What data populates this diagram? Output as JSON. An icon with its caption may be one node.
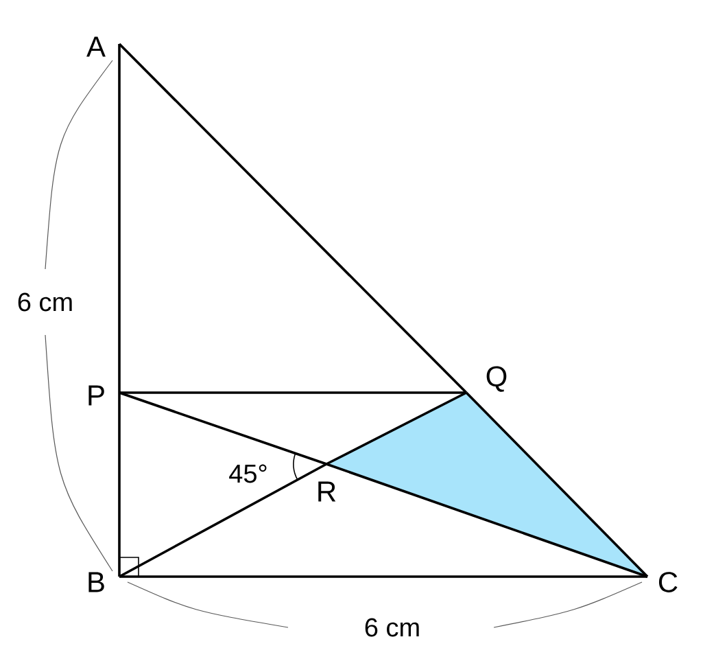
{
  "diagram": {
    "nodes": [
      {
        "text": [
          "A"
        ]
      },
      {
        "text": [
          "P"
        ]
      },
      {
        "text": [
          "Q"
        ]
      },
      {
        "text": [
          "R"
        ]
      },
      {
        "text": [
          "B"
        ]
      },
      {
        "text": [
          "C"
        ]
      }
    ],
    "edges": [
      {
        "from": 0,
        "to": 1,
        "arrow": "none"
      },
      {
        "from": 1,
        "to": 4,
        "arrow": "none"
      },
      {
        "from": 0,
        "to": 2,
        "arrow": "none"
      },
      {
        "from": 2,
        "to": 5,
        "arrow": "none"
      },
      {
        "from": 4,
        "to": 5,
        "arrow": "none"
      },
      {
        "from": 1,
        "to": 2,
        "arrow": "none"
      },
      {
        "from": 1,
        "to": 3,
        "arrow": "none"
      },
      {
        "from": 3,
        "to": 5,
        "arrow": "none"
      },
      {
        "from": 4,
        "to": 3,
        "arrow": "none"
      },
      {
        "from": 3,
        "to": 2,
        "arrow": "none"
      }
    ],
    "labels": [
      "6 cm",
      "45°",
      "6 cm"
    ]
  }
}
